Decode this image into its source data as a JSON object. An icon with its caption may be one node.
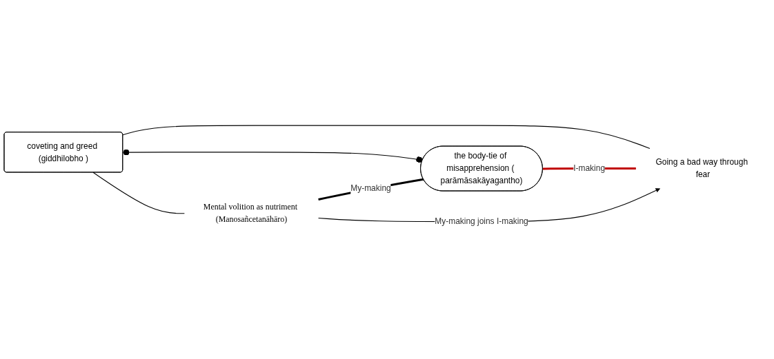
{
  "diagram": {
    "nodes": [
      {
        "text": [
          "Mental volition as nutriment (Manosañcetanāhāro)"
        ]
      },
      {
        "text": [
          "coveting and greed (giddhilobho )"
        ]
      },
      {
        "text": [
          "the body-tie of misapprehension ( parāmāsakāyagantho)"
        ]
      },
      {
        "text": [
          "Going a bad way through fear"
        ]
      }
    ],
    "edges": [
      {
        "from": 1,
        "to": 0,
        "arrow": "none"
      },
      {
        "from": 1,
        "to": 2,
        "arrow": "other"
      },
      {
        "from": 1,
        "to": 3,
        "arrow": "none"
      },
      {
        "from": 0,
        "to": 2,
        "arrow": "none",
        "label": "My-making",
        "style": "thick"
      },
      {
        "from": 2,
        "to": 3,
        "arrow": "none",
        "label": "I-making",
        "style": "thick",
        "color": "#c00000"
      },
      {
        "from": 0,
        "to": 3,
        "arrow": "to",
        "label": "My-making joins I-making"
      }
    ]
  }
}
